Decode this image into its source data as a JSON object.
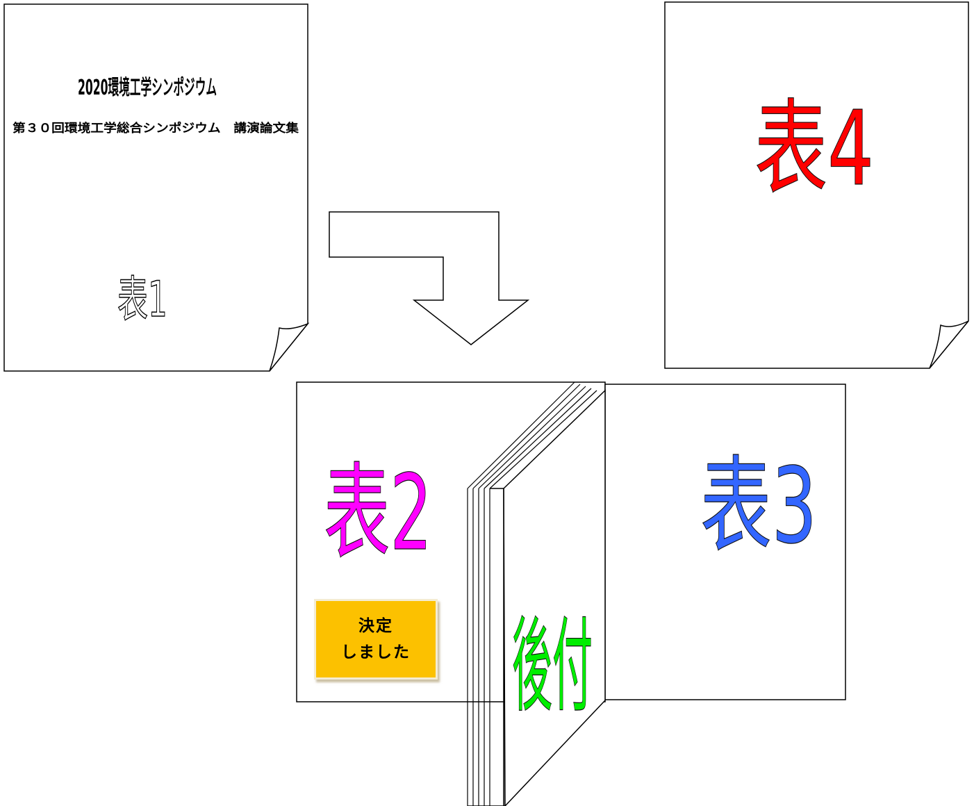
{
  "cover1": {
    "title": "2020環境工学シンポジウム",
    "subtitle": "第３０回環境工学総合シンポジウム　講演論文集",
    "label": "表1"
  },
  "cover4": {
    "label": "表4",
    "color": "#ff0000"
  },
  "cover2": {
    "label": "表2",
    "color": "#ff00ff"
  },
  "cover3": {
    "label": "表3",
    "color": "#3366ff"
  },
  "spine": {
    "label": "後付",
    "color": "#00ee00"
  },
  "note": {
    "line1": "決定",
    "line2": "しました",
    "background": "#fcc100"
  }
}
